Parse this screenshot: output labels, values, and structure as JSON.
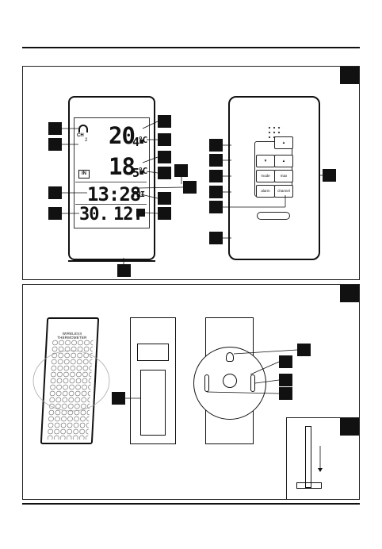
{
  "top_display": {
    "outdoor_temp": "20.",
    "outdoor_temp_decimal": "4",
    "outdoor_unit": "°C",
    "indoor_temp": "18.",
    "indoor_temp_decimal": "5",
    "indoor_unit": "°C",
    "in_label": "IN",
    "clock_time": "13:28",
    "clock_suffix": "FRI",
    "date_left": "30.",
    "date_right": "12.",
    "signal_ch": "CH",
    "signal_ch_number": "2"
  },
  "back_buttons": {
    "down": "▼",
    "up": "▲",
    "mode": "mode",
    "max": "max",
    "alarm": "alarm",
    "channel": "channel"
  },
  "sensor": {
    "title": "WIRELESS THERMOMETER"
  }
}
